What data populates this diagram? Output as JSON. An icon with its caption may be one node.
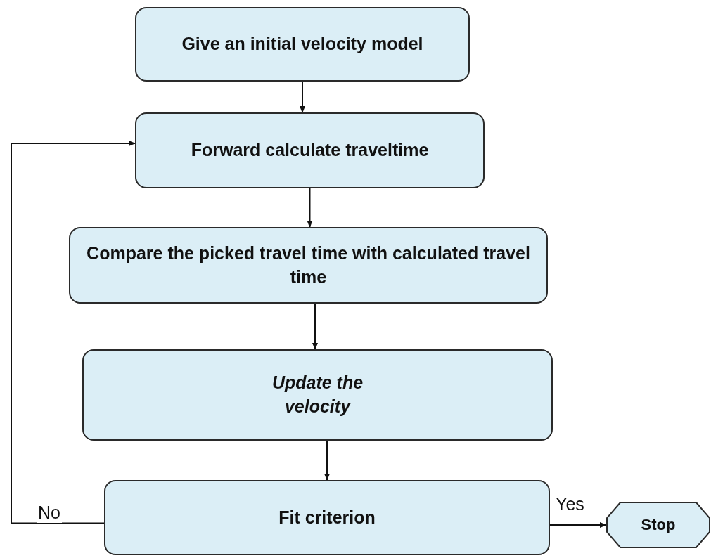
{
  "diagram": {
    "nodes": [
      {
        "text": [
          "Give an initial velocity model"
        ]
      },
      {
        "text": [
          "Forward calculate traveltime"
        ]
      },
      {
        "text": [
          "Compare the picked travel time with calculated travel time"
        ]
      },
      {
        "text": [
          "Update the velocity"
        ]
      },
      {
        "text": [
          "Fit criterion"
        ]
      },
      {
        "text": [
          "Stop"
        ]
      }
    ],
    "edges": [
      {
        "from": 0,
        "to": 1,
        "arrow": "to"
      },
      {
        "from": 1,
        "to": 2,
        "arrow": "to"
      },
      {
        "from": 2,
        "to": 3,
        "arrow": "to"
      },
      {
        "from": 3,
        "to": 4,
        "arrow": "to"
      },
      {
        "from": 4,
        "to": 1,
        "arrow": "to",
        "label": "No"
      },
      {
        "from": 4,
        "to": 5,
        "arrow": "to",
        "label": "Yes"
      }
    ]
  }
}
